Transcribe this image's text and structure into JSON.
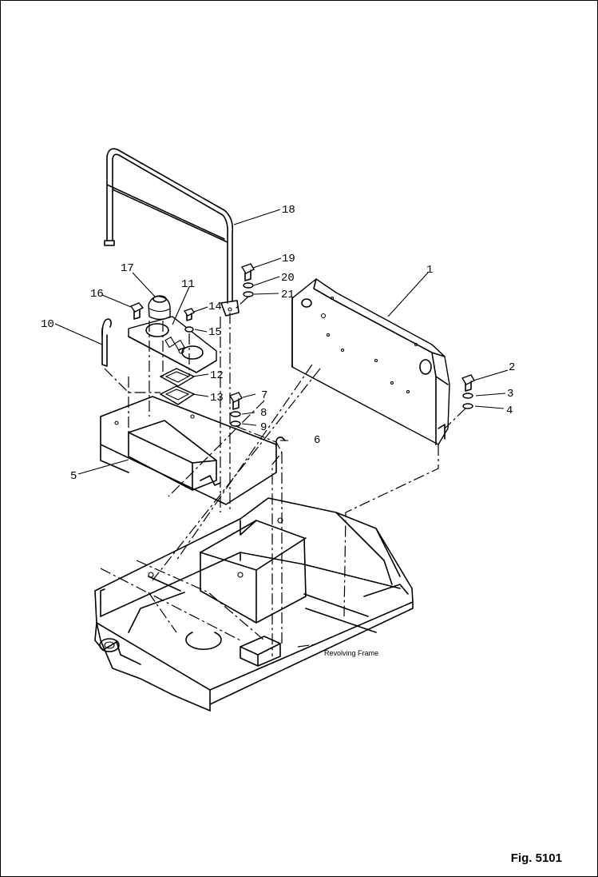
{
  "figure_label": "Fig. 5101",
  "frame_caption": "Revolving Frame",
  "callouts": [
    "1",
    "2",
    "3",
    "4",
    "5",
    "6",
    "7",
    "8",
    "9",
    "10",
    "11",
    "12",
    "13",
    "14",
    "15",
    "16",
    "17",
    "18",
    "19",
    "20",
    "21"
  ]
}
